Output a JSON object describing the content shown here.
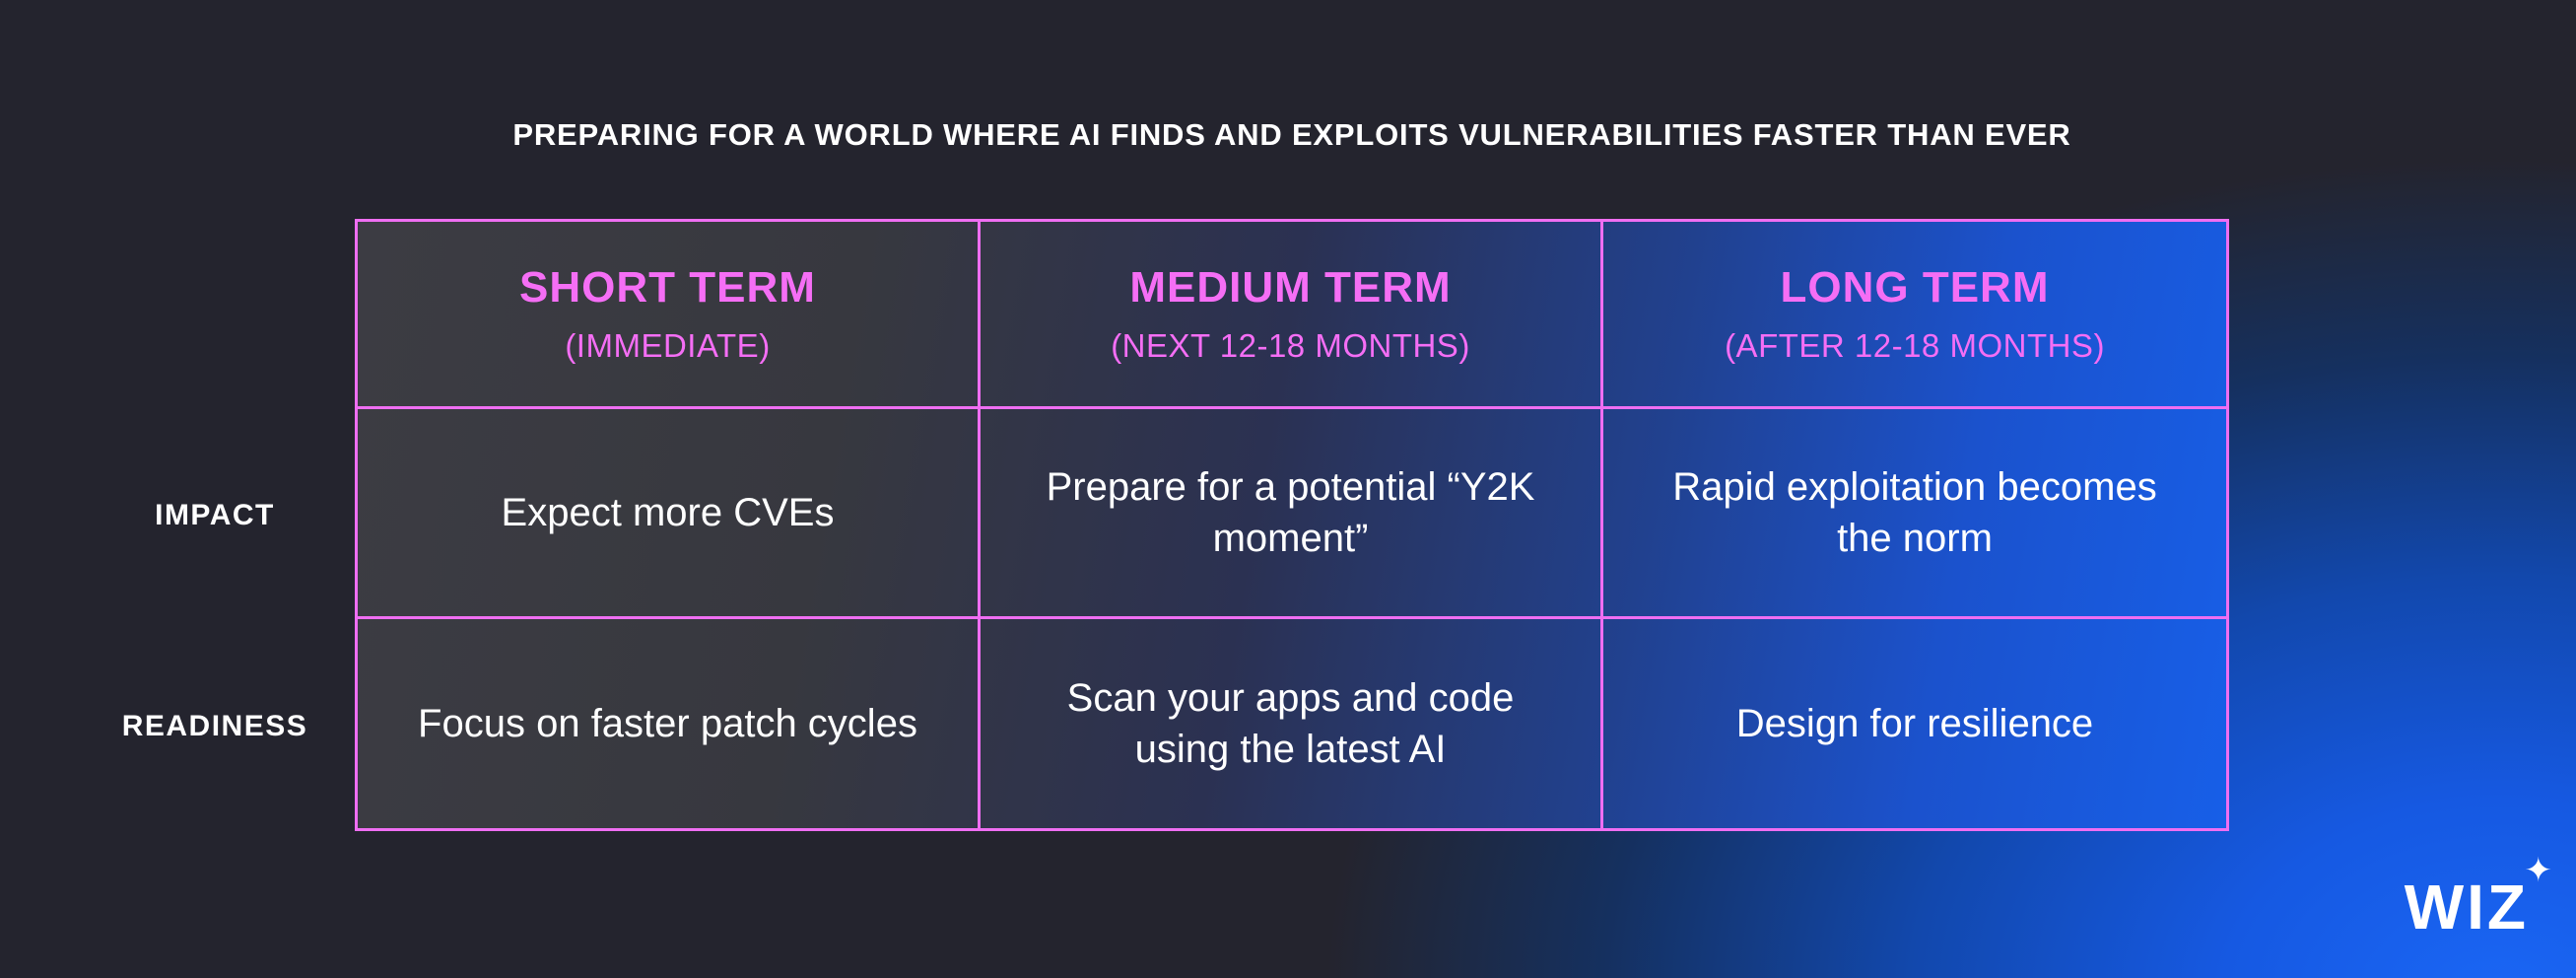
{
  "title": "PREPARING FOR A WORLD WHERE AI FINDS AND EXPLOITS VULNERABILITIES FASTER THAN EVER",
  "table": {
    "columns": [
      {
        "label": "SHORT TERM",
        "sublabel": "(IMMEDIATE)"
      },
      {
        "label": "MEDIUM TERM",
        "sublabel": "(NEXT 12-18 MONTHS)"
      },
      {
        "label": "LONG TERM",
        "sublabel": "(AFTER 12-18 MONTHS)"
      }
    ],
    "rows": [
      {
        "label": "IMPACT",
        "cells": [
          "Expect more CVEs",
          "Prepare for a potential “Y2K moment”",
          "Rapid exploitation becomes the norm"
        ]
      },
      {
        "label": "READINESS",
        "cells": [
          "Focus on faster patch cycles",
          "Scan your apps and code using the latest AI",
          "Design for resilience"
        ]
      }
    ]
  },
  "branding": {
    "logo_text": "WIZ",
    "sparkle_icon": "✦"
  },
  "colors": {
    "accent_pink": "#ef6ef2",
    "accent_blue": "#175fe8",
    "background_dark": "#24242e",
    "text": "#ffffff"
  }
}
